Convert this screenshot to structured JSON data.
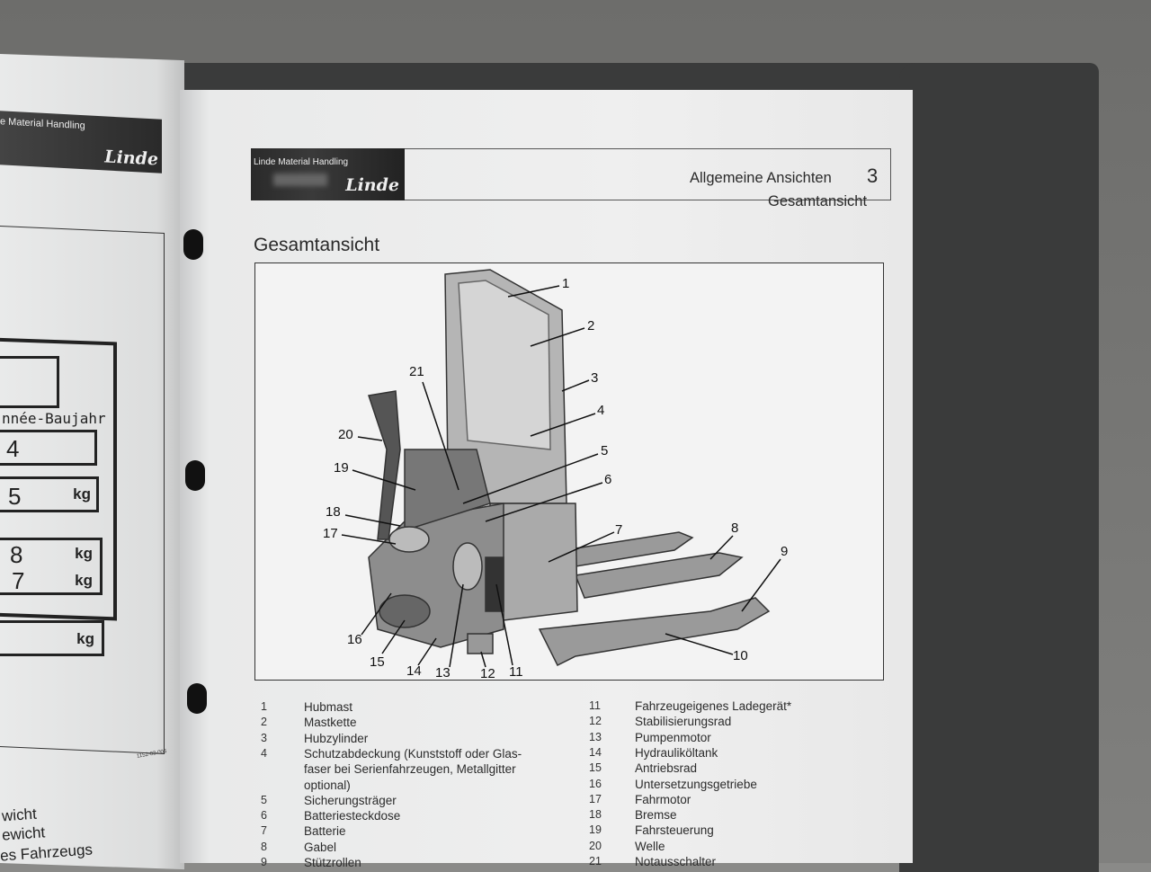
{
  "left_page": {
    "header_brand": "e Material Handling",
    "header_logo": "Linde",
    "plate_year_label": "nnée-Baujahr",
    "plate_values": [
      "4",
      "5",
      "8",
      "7"
    ],
    "unit": "kg",
    "figure_code": "1152-03-006",
    "legend_fragments": [
      "wicht",
      "ewicht",
      "es Fahrzeugs"
    ]
  },
  "right_page": {
    "header": {
      "brand": "Linde Material Handling",
      "logo": "Linde",
      "section_title": "Allgemeine Ansichten",
      "section_number": "3",
      "subsection": "Gesamtansicht"
    },
    "title": "Gesamtansicht",
    "callouts": [
      "1",
      "2",
      "3",
      "4",
      "5",
      "6",
      "7",
      "8",
      "9",
      "10",
      "11",
      "12",
      "13",
      "14",
      "15",
      "16",
      "17",
      "18",
      "19",
      "20",
      "21"
    ],
    "legend_left": [
      {
        "num": "1",
        "text": "Hubmast"
      },
      {
        "num": "2",
        "text": "Mastkette"
      },
      {
        "num": "3",
        "text": "Hubzylinder"
      },
      {
        "num": "4",
        "text": "Schutzabdeckung (Kunststoff oder Glas-"
      },
      {
        "num": "",
        "text": "faser bei Serienfahrzeugen, Metallgitter"
      },
      {
        "num": "",
        "text": "optional)"
      },
      {
        "num": "5",
        "text": "Sicherungsträger"
      },
      {
        "num": "6",
        "text": "Batteriesteckdose"
      },
      {
        "num": "7",
        "text": "Batterie"
      },
      {
        "num": "8",
        "text": "Gabel"
      },
      {
        "num": "9",
        "text": "Stützrollen"
      }
    ],
    "legend_right": [
      {
        "num": "11",
        "text": "Fahrzeugeigenes Ladegerät*"
      },
      {
        "num": "12",
        "text": "Stabilisierungsrad"
      },
      {
        "num": "13",
        "text": "Pumpenmotor"
      },
      {
        "num": "14",
        "text": "Hydrauliköltank"
      },
      {
        "num": "15",
        "text": "Antriebsrad"
      },
      {
        "num": "16",
        "text": "Untersetzungsgetriebe"
      },
      {
        "num": "17",
        "text": "Fahrmotor"
      },
      {
        "num": "18",
        "text": "Bremse"
      },
      {
        "num": "19",
        "text": "Fahrsteuerung"
      },
      {
        "num": "20",
        "text": "Welle"
      },
      {
        "num": "21",
        "text": "Notausschalter"
      }
    ]
  }
}
